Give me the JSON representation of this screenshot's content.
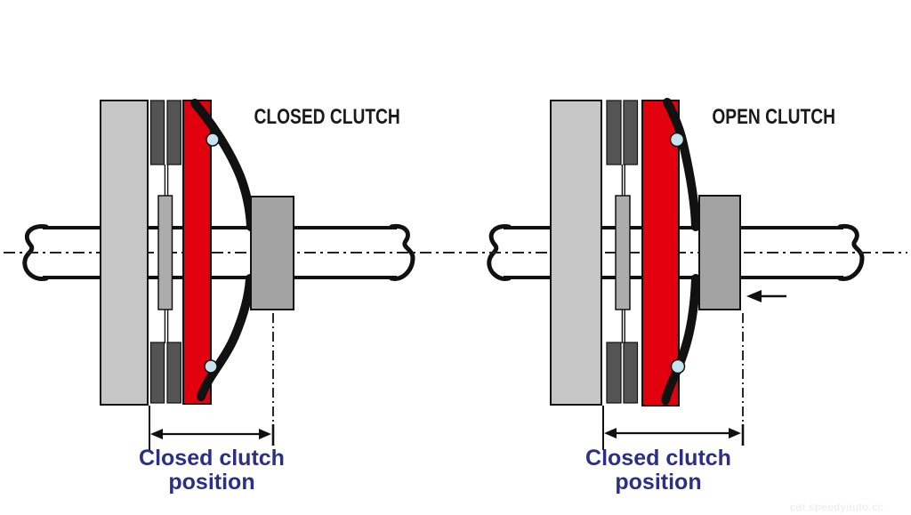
{
  "colors": {
    "red": "#E2000F",
    "flywheel": "#C6C6C6",
    "pad": "#545454",
    "hub": "#ACACAC",
    "bearing": "#A3A3A3",
    "pivot": "#C7E3EE",
    "line": "#111111",
    "title-black": "#1A1A1A",
    "label-blue": "#2B2F86",
    "watermark": "#EBEBEB"
  },
  "left_diagram": {
    "title": "CLOSED CLUTCH",
    "dimension_label": {
      "line1": "Closed clutch",
      "line2": "position"
    }
  },
  "right_diagram": {
    "title": "OPEN CLUTCH",
    "dimension_label": {
      "line1": "Closed clutch",
      "line2": "position"
    }
  },
  "watermark": "car.speedyauto.cc"
}
